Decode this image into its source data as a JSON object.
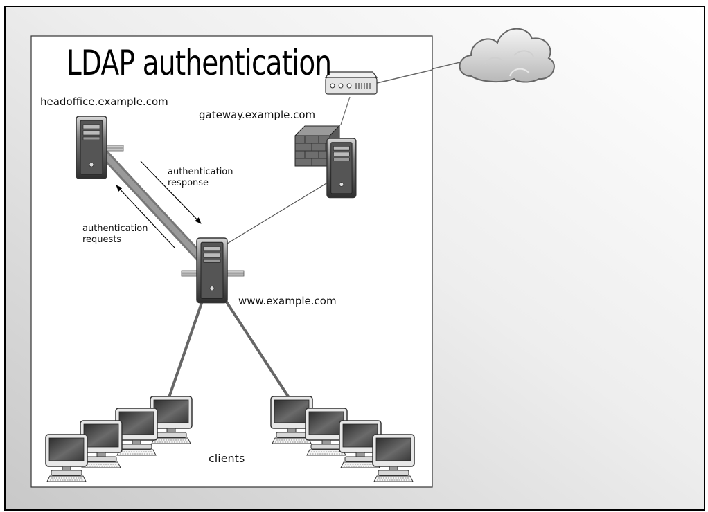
{
  "diagram": {
    "title": "LDAP authentication",
    "hosts": {
      "headoffice": "headoffice.example.com",
      "gateway": "gateway.example.com",
      "www": "www.example.com"
    },
    "arrows": {
      "response": [
        "authentication",
        "response"
      ],
      "requests": [
        "authentication",
        "requests"
      ]
    },
    "clients_label": "clients",
    "cloud_icon": "cloud-icon",
    "router_icon": "router-icon",
    "firewall_icon": "firewall-icon",
    "server_icon": "server-tower-icon",
    "monitor_icon": "client-computer-icon"
  }
}
